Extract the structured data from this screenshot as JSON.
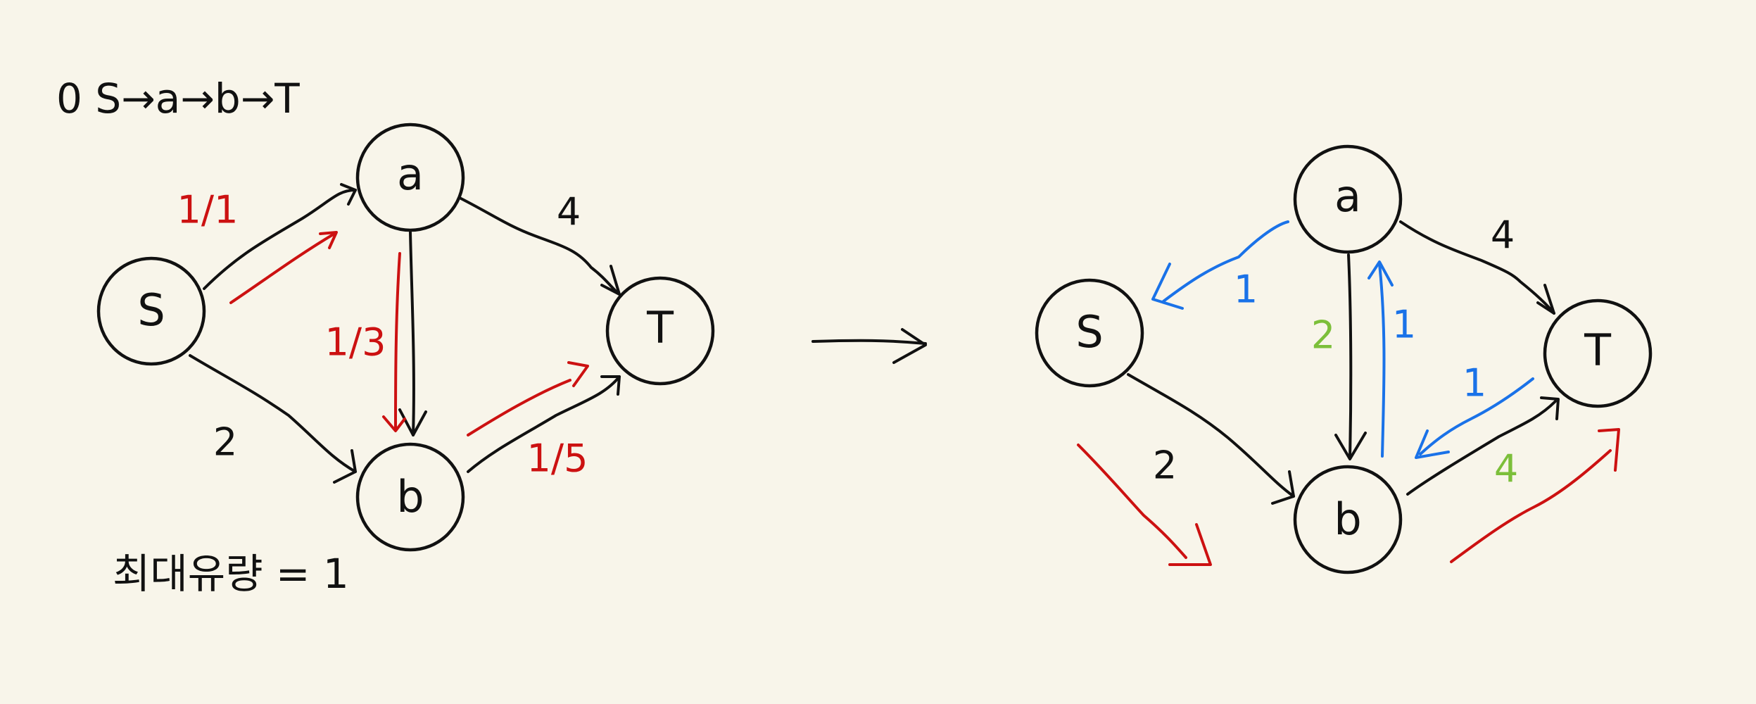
{
  "path_note": "0 S→a→b→T",
  "result_note": "최대유량 = 1",
  "transition_arrow": "→",
  "left_graph": {
    "nodes": {
      "S": "S",
      "a": "a",
      "b": "b",
      "T": "T"
    },
    "weights": {
      "S_a": "1/1",
      "a_T": "4",
      "a_b": "1/3",
      "S_b": "2",
      "b_T": "1/5"
    }
  },
  "right_graph": {
    "nodes": {
      "S": "S",
      "a": "a",
      "b": "b",
      "T": "T"
    },
    "weights": {
      "a_S": "1",
      "a_T": "4",
      "a_b": "2",
      "b_a": "1",
      "S_b": "2",
      "T_b": "1",
      "b_T": "4"
    }
  },
  "colors": {
    "background": "#f8f5ea",
    "ink": "#111111",
    "flow": "#cc1111",
    "residual": "#1a72e8",
    "capacity": "#7cbf3a"
  }
}
